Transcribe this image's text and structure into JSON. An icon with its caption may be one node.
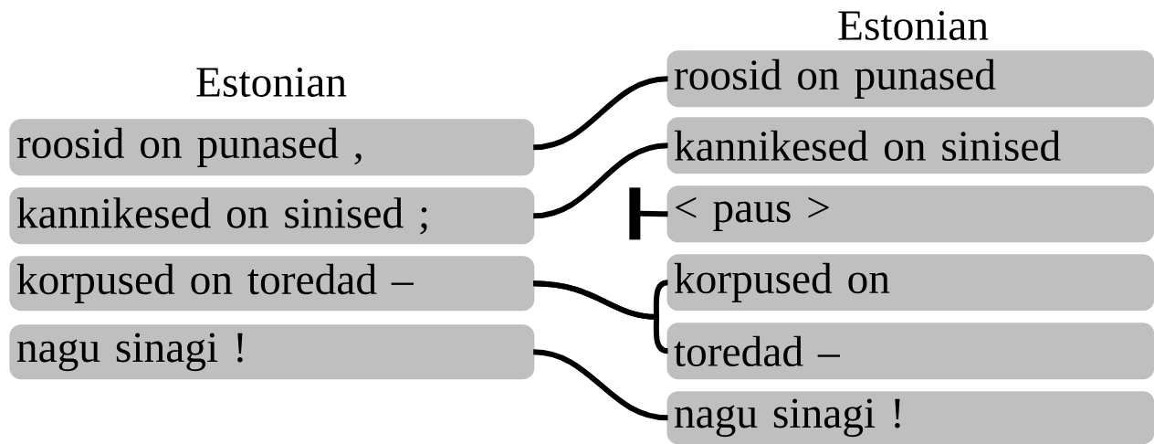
{
  "diagram": {
    "nodes": [
      {
        "text": [
          "roosid on punased ,"
        ]
      },
      {
        "text": [
          "kannikesed on sinised ;"
        ]
      },
      {
        "text": [
          "korpused on toredad –"
        ]
      },
      {
        "text": [
          "nagu sinagi !"
        ]
      },
      {
        "text": [
          "roosid on punased"
        ]
      },
      {
        "text": [
          "kannikesed on sinised"
        ]
      },
      {
        "text": [
          "< paus >"
        ]
      },
      {
        "text": [
          "korpused on"
        ]
      },
      {
        "text": [
          "toredad –"
        ]
      },
      {
        "text": [
          "nagu sinagi !"
        ]
      },
      {
        "text": [],
        "shape": "bar"
      }
    ],
    "edges": [
      {
        "from": 0,
        "to": 4,
        "arrow": "none"
      },
      {
        "from": 1,
        "to": 5,
        "arrow": "none"
      },
      {
        "from": 2,
        "to": 7,
        "arrow": "other"
      },
      {
        "from": 2,
        "to": 8,
        "arrow": "other"
      },
      {
        "from": 3,
        "to": 9,
        "arrow": "none"
      },
      {
        "from": 10,
        "to": 6,
        "arrow": "none"
      }
    ],
    "labels": [
      "Estonian",
      "Estonian"
    ]
  }
}
